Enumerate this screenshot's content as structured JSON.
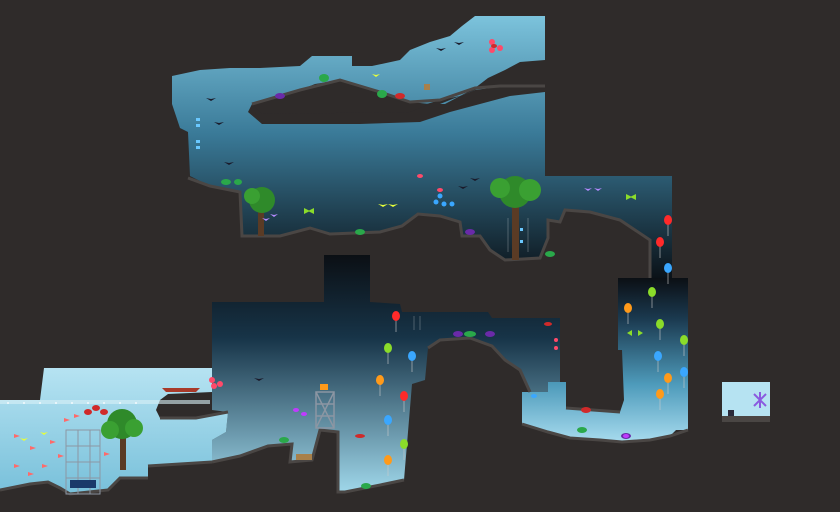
{
  "level": {
    "palette": {
      "rock": "#2f2b2a",
      "rock_edge": "#4a4644",
      "water_light": "#9fd7ea",
      "water_mid": "#5fa9c7",
      "water_dark": "#163042",
      "cave_dark": "#0b0f14",
      "foliage": "#2f8a2a",
      "trunk": "#5a3b25",
      "scaffold": "#8c96a3"
    },
    "entity_legend": [
      {
        "kind": "balloon",
        "colors": [
          "#ff2a2a",
          "#8bdc2a",
          "#3aa7ff",
          "#ff9a1a"
        ]
      },
      {
        "kind": "bird",
        "colors": [
          "#b7ff3a",
          "#ff4a6a",
          "#ffd24a",
          "#6a3aff"
        ]
      },
      {
        "kind": "fish",
        "colors": [
          "#ff6a6a",
          "#3aff9a",
          "#6ac8ff"
        ]
      },
      {
        "kind": "crab",
        "colors": [
          "#d02a2a",
          "#ff8a2a"
        ]
      },
      {
        "kind": "turtle",
        "colors": [
          "#2aa84a",
          "#6a2aa8"
        ]
      }
    ],
    "icons": [
      "balloon-icon",
      "bird-icon",
      "fish-icon",
      "turtle-icon",
      "crab-icon",
      "tree-icon",
      "scaffold-icon",
      "crate-icon",
      "boat-icon",
      "spawn-cage-icon",
      "exit-portal-icon"
    ]
  }
}
